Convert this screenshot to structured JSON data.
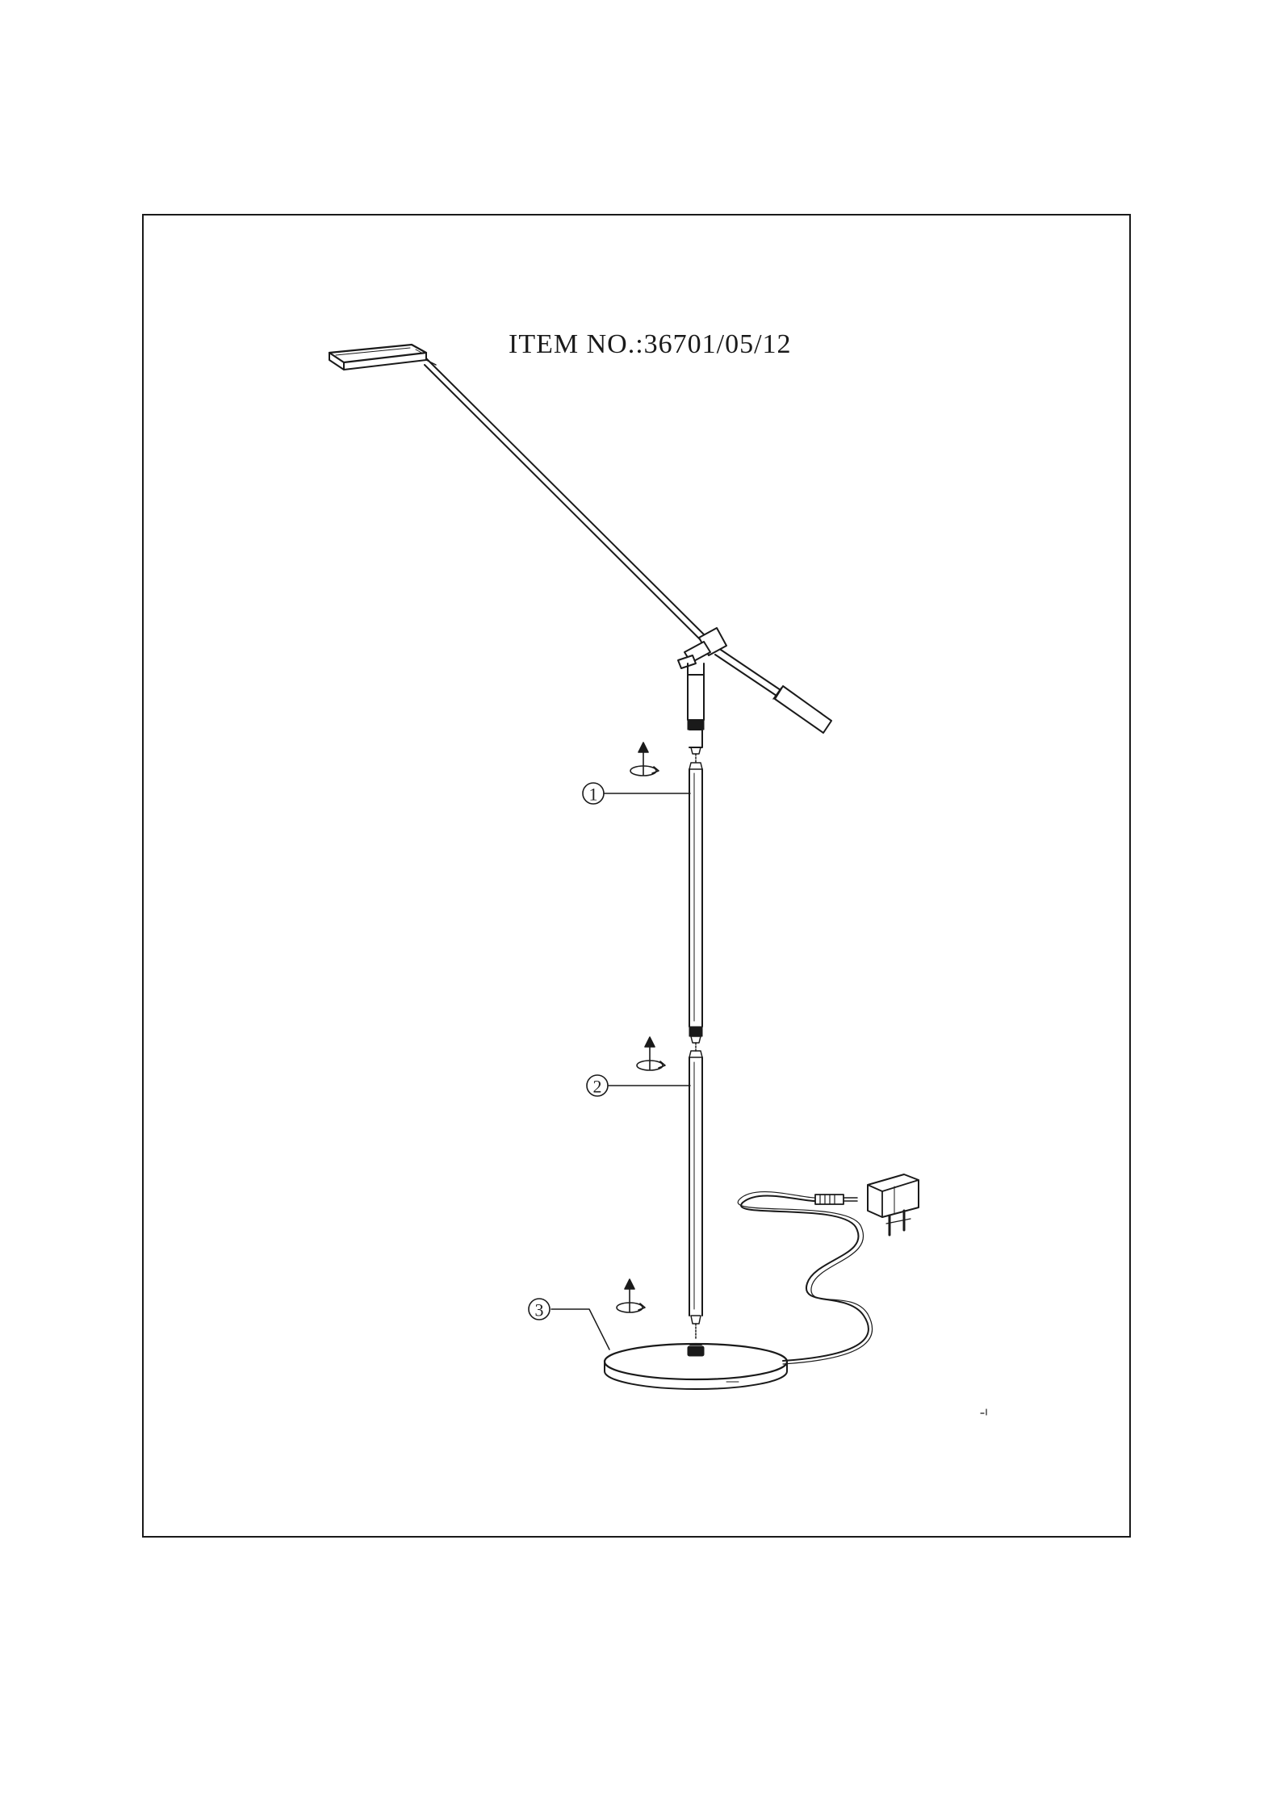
{
  "document": {
    "item_number_label": "ITEM NO.:36701/05/12"
  },
  "callouts": [
    {
      "number": "1",
      "part": "upper-stem"
    },
    {
      "number": "2",
      "part": "lower-stem"
    },
    {
      "number": "3",
      "part": "base"
    }
  ],
  "icons": {
    "assembly_arrow": "rotate-screw-icon",
    "adapter": "power-adapter-icon"
  },
  "colors": {
    "line": "#1a1a1a",
    "background": "#ffffff"
  }
}
